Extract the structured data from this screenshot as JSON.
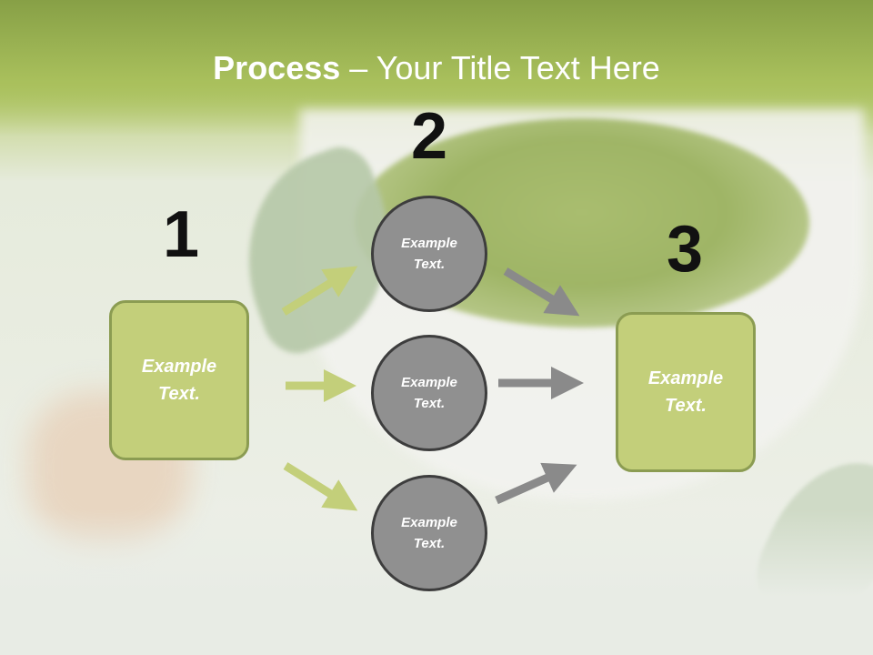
{
  "title": {
    "bold": "Process",
    "rest": " – Your Title Text Here"
  },
  "steps": {
    "num1": "1",
    "num2": "2",
    "num3": "3"
  },
  "boxes": {
    "left": "Example\nText.",
    "right": "Example\nText."
  },
  "circles": [
    {
      "label": "Example\nText."
    },
    {
      "label": "Example\nText."
    },
    {
      "label": "Example\nText."
    }
  ],
  "colors": {
    "box_fill": "#c3cf7a",
    "box_border": "#8b9c52",
    "circle_fill": "#909090",
    "circle_border": "#3d3d3d",
    "green_arrow": "#c3cf7a",
    "gray_arrow": "#8a8a8a"
  }
}
